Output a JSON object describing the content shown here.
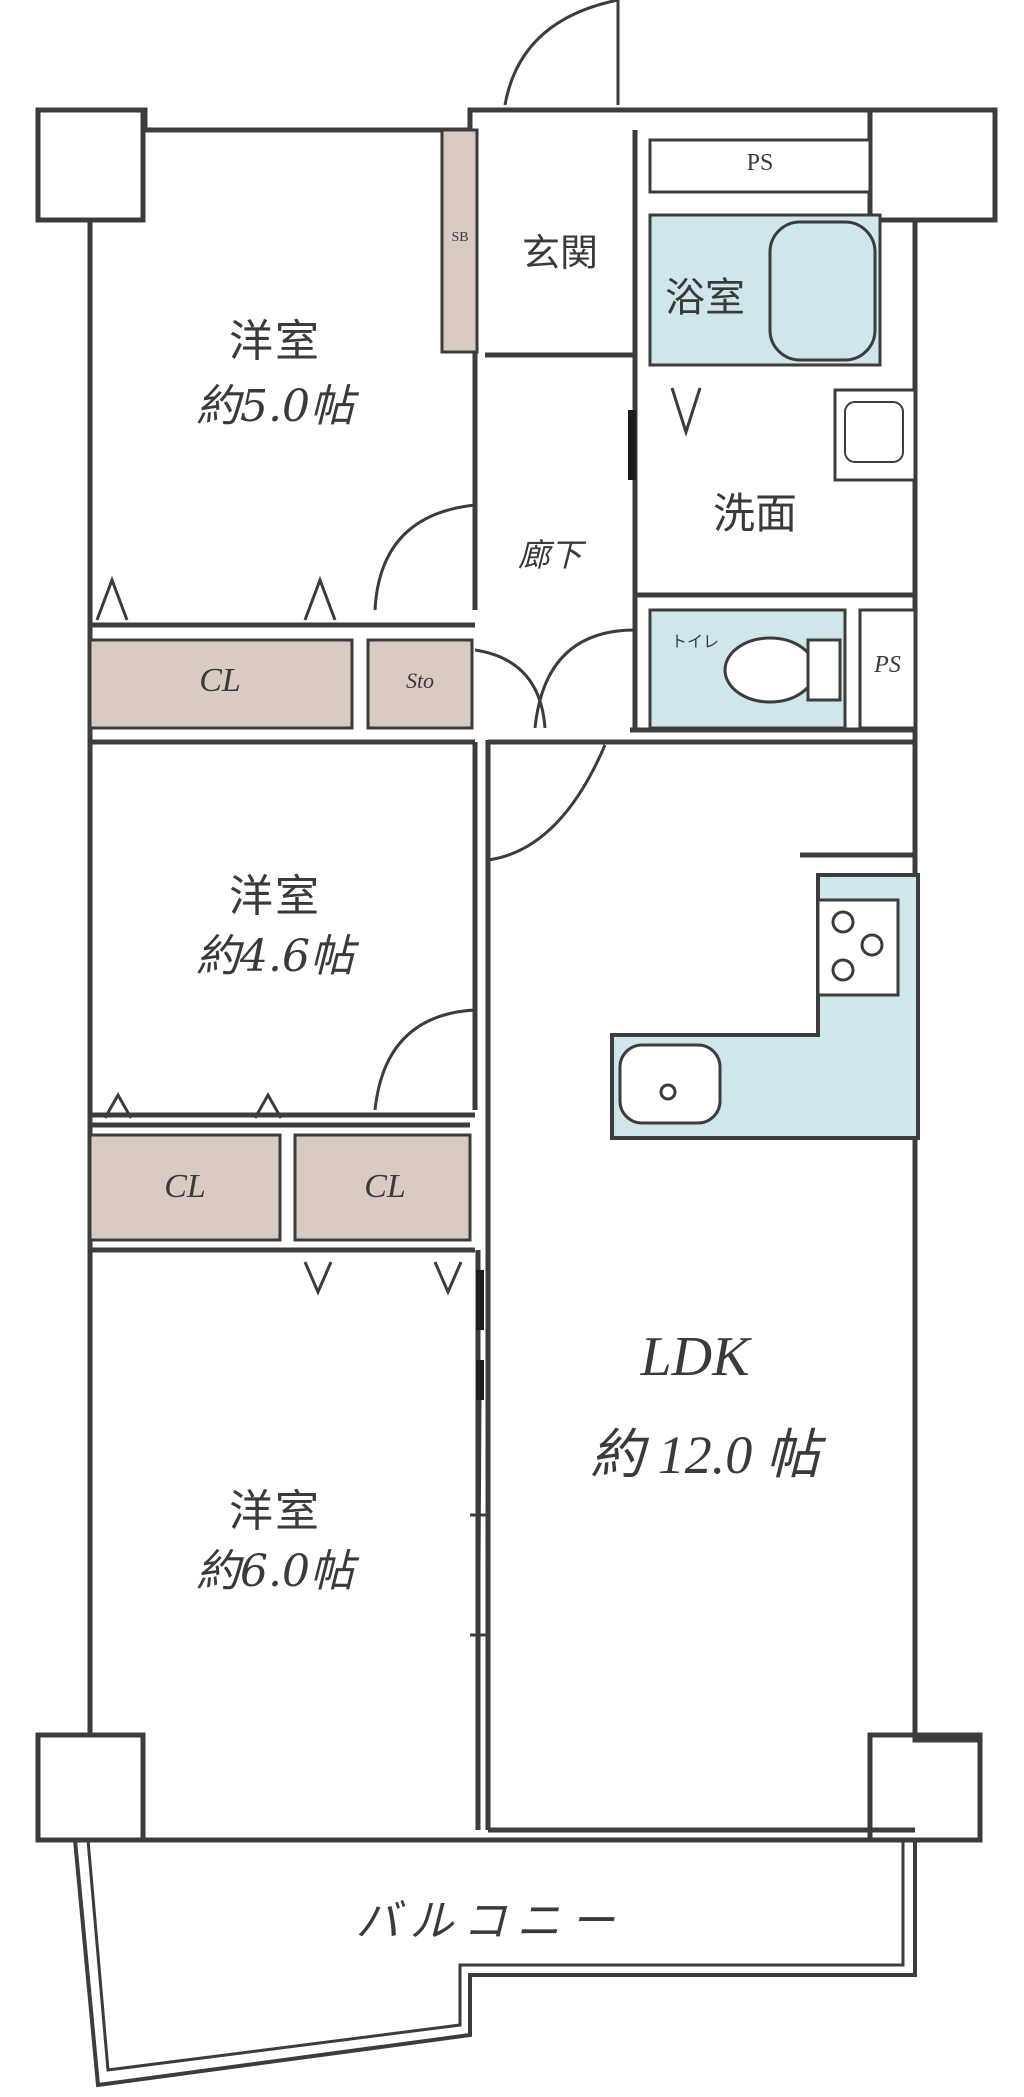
{
  "colors": {
    "wall": "#3c3c3c",
    "storage": "#d9cbc2",
    "wet": "#cfe6ea",
    "background": "#ffffff",
    "text": "#3a3a3a"
  },
  "rooms": {
    "western1": {
      "name": "洋室",
      "size": "約5.0帖"
    },
    "western2": {
      "name": "洋室",
      "size": "約4.6帖"
    },
    "western3": {
      "name": "洋室",
      "size": "約6.0帖"
    },
    "ldk": {
      "name": "LDK",
      "size": "約 12.0 帖"
    },
    "entrance": {
      "name": "玄関"
    },
    "bath": {
      "name": "浴室"
    },
    "washroom": {
      "name": "洗面"
    },
    "hallway": {
      "name": "廊下"
    },
    "toilet": {
      "name": "トイレ"
    },
    "balcony": {
      "name": "バルコニー"
    }
  },
  "storage": {
    "cl1": "CL",
    "cl2": "CL",
    "cl3": "CL",
    "sto": "Sto",
    "sb": "SB",
    "ps_top": "PS",
    "ps_side": "PS"
  }
}
